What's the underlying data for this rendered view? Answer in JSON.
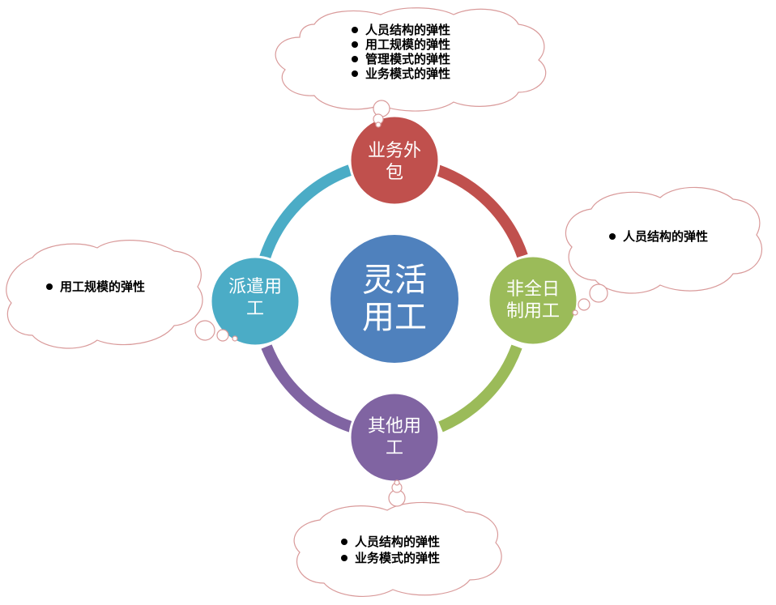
{
  "colors": {
    "outsourcing": "#c0504d",
    "part_time": "#9bbb59",
    "other": "#8064a2",
    "dispatch": "#4bacc6",
    "center": "#4f81bd",
    "cloud_stroke": "#d99a9a"
  },
  "center": {
    "lines": [
      "灵活",
      "用工"
    ]
  },
  "nodes": {
    "outsourcing": {
      "lines": [
        "业务外",
        "包"
      ]
    },
    "part_time": {
      "lines": [
        "非全日",
        "制用工"
      ]
    },
    "other": {
      "lines": [
        "其他用",
        "工"
      ]
    },
    "dispatch": {
      "lines": [
        "派遣用",
        "工"
      ]
    }
  },
  "callouts": {
    "top": {
      "items": [
        "人员结构的弹性",
        "用工规模的弹性",
        "管理模式的弹性",
        "业务模式的弹性"
      ]
    },
    "right": {
      "items": [
        "人员结构的弹性"
      ]
    },
    "left": {
      "items": [
        "用工规模的弹性"
      ]
    },
    "bottom": {
      "items": [
        "人员结构的弹性",
        "业务模式的弹性"
      ]
    }
  }
}
